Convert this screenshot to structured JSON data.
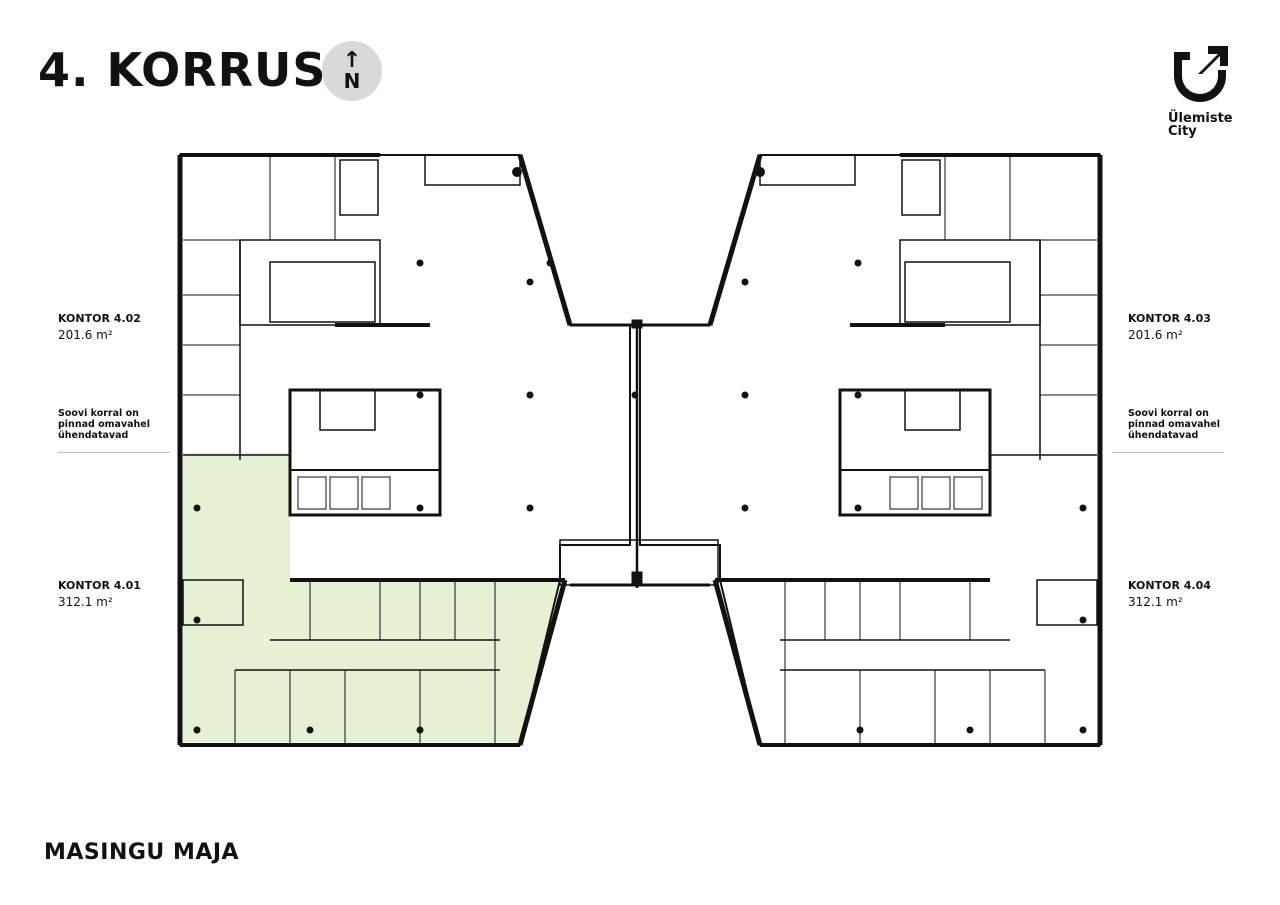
{
  "title": "4. KORRUS",
  "north": {
    "arrow": "↑",
    "letter": "N"
  },
  "logo": {
    "line1": "Ülemiste",
    "line2": "City"
  },
  "offices": [
    {
      "name": "KONTOR 4.02",
      "area": "201.6 m²"
    },
    {
      "name": "KONTOR 4.03",
      "area": "201.6 m²"
    },
    {
      "name": "KONTOR 4.01",
      "area": "312.1 m²"
    },
    {
      "name": "KONTOR 4.04",
      "area": "312.1 m²"
    }
  ],
  "note": {
    "line1": "Soovi korral on",
    "line2": "pinnad omavahel",
    "line3": "ühendatavad"
  },
  "footer": "MASINGU MAJA",
  "colors": {
    "highlight": "#e6f0d2",
    "wall": "#111111",
    "north_circle": "#d9d9d9"
  }
}
